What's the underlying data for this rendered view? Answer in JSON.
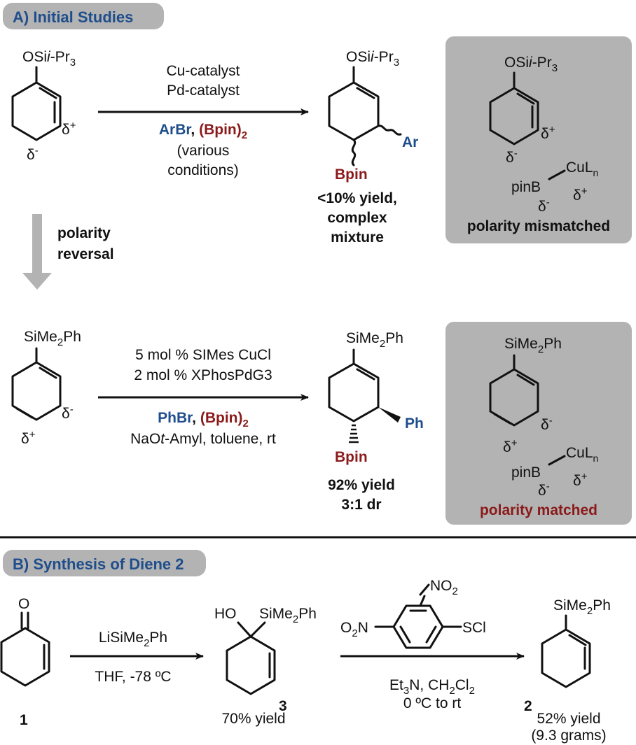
{
  "section_a": {
    "title": "A) Initial Studies",
    "start1": {
      "substituent": "OSi",
      "substituent_italic": "i",
      "substituent_tail": "-Pr",
      "sub3": "3",
      "delta_plus": "δ",
      "delta_minus": "δ"
    },
    "cond1": {
      "line1": "Cu-catalyst",
      "line2": "Pd-catalyst",
      "arbr": "ArBr",
      "comma": ",",
      "bpin2": "(Bpin)",
      "bpin2_sub": "2",
      "line4": "(various",
      "line5": "conditions)"
    },
    "prod1": {
      "substituent": "OSi",
      "substituent_italic": "i",
      "substituent_tail": "-Pr",
      "sub3": "3",
      "ar": "Ar",
      "bpin": "Bpin",
      "result1": "<10% yield,",
      "result2": "complex",
      "result3": "mixture"
    },
    "box1": {
      "substituent": "OSi",
      "substituent_italic": "i",
      "substituent_tail": "-Pr",
      "sub3": "3",
      "pinb": "pinB",
      "culn": "CuL",
      "culn_sub": "n",
      "caption": "polarity mismatched"
    },
    "reversal": {
      "line1": "polarity",
      "line2": "reversal"
    },
    "start2": {
      "substituent": "SiMe",
      "sub2": "2",
      "tail": "Ph"
    },
    "cond2": {
      "line1": "5 mol % SIMes CuCl",
      "line2": "2 mol % XPhosPdG3",
      "phbr": "PhBr",
      "comma": ",",
      "bpin2": "(Bpin)",
      "bpin2_sub": "2",
      "line4a": "NaO",
      "line4b": "t",
      "line4c": "-Amyl, toluene, rt"
    },
    "prod2": {
      "substituent": "SiMe",
      "sub2": "2",
      "tail": "Ph",
      "ph": "Ph",
      "bpin": "Bpin",
      "result1": "92% yield",
      "result2": "3:1 dr"
    },
    "box2": {
      "substituent": "SiMe",
      "sub2": "2",
      "tail": "Ph",
      "pinb": "pinB",
      "culn": "CuL",
      "culn_sub": "n",
      "caption": "polarity matched"
    }
  },
  "section_b": {
    "title": "B) Synthesis of Diene 2",
    "sm": {
      "oxygen": "O",
      "number": "1"
    },
    "cond1": {
      "line1a": "LiSiMe",
      "line1b": "2",
      "line1c": "Ph",
      "line2": "THF, -78 ºC"
    },
    "int": {
      "ho": "HO",
      "substituent": "SiMe",
      "sub2": "2",
      "tail": "Ph",
      "number": "3",
      "yield": "70% yield"
    },
    "reagent": {
      "no2a": "NO",
      "no2a_sub": "2",
      "no2b": "O",
      "no2b_sub": "2",
      "no2b_tail": "N",
      "scl": "SCl"
    },
    "cond2": {
      "line1a": "Et",
      "line1b": "3",
      "line1c": "N, CH",
      "line1d": "2",
      "line1e": "Cl",
      "line1f": "2",
      "line2": "0 ºC to rt"
    },
    "product": {
      "substituent": "SiMe",
      "sub2": "2",
      "tail": "Ph",
      "number": "2",
      "yield1": "52% yield",
      "yield2": "(9.3 grams)"
    }
  },
  "colors": {
    "header_bg": "#b3b3b3",
    "box_bg": "#b3b3b3",
    "blue": "#1f4e8c",
    "red": "#8b1a1a",
    "arrow_gray": "#b3b3b3"
  }
}
